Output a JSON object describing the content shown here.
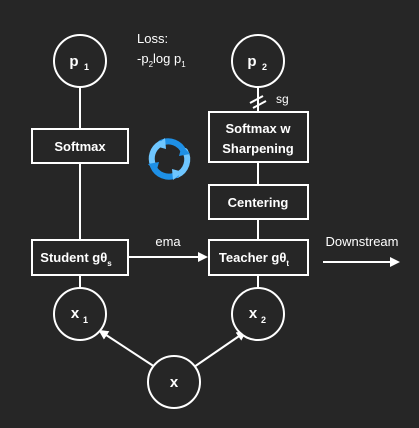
{
  "colors": {
    "background": "#262626",
    "stroke": "#ffffff",
    "text": "#ffffff",
    "cycle_icon_blue": "#1e90e6",
    "cycle_icon_light": "#6ec6ff"
  },
  "nodes": {
    "p1": {
      "base": "p",
      "sub": "1"
    },
    "p2": {
      "base": "p",
      "sub": "2"
    },
    "x1": {
      "base": "x",
      "sub": "1"
    },
    "x2": {
      "base": "x",
      "sub": "2"
    },
    "x": {
      "base": "x"
    }
  },
  "loss": {
    "line1": "Loss:",
    "line2_prefix": "-p",
    "line2_sub_a": "2",
    "line2_mid": "log p",
    "line2_sub_b": "1"
  },
  "boxes": {
    "softmax": "Softmax",
    "softmax_sharpen_line1": "Softmax w",
    "softmax_sharpen_line2": "Sharpening",
    "centering": "Centering",
    "student": {
      "label": "Student g",
      "theta": "θ",
      "sub": "s"
    },
    "teacher": {
      "label": "Teacher g",
      "theta": "θ",
      "sub": "t"
    }
  },
  "edge_labels": {
    "ema": "ema",
    "sg": "sg",
    "downstream": "Downstream"
  },
  "icons": {
    "cycle": "refresh-cycle-icon"
  }
}
